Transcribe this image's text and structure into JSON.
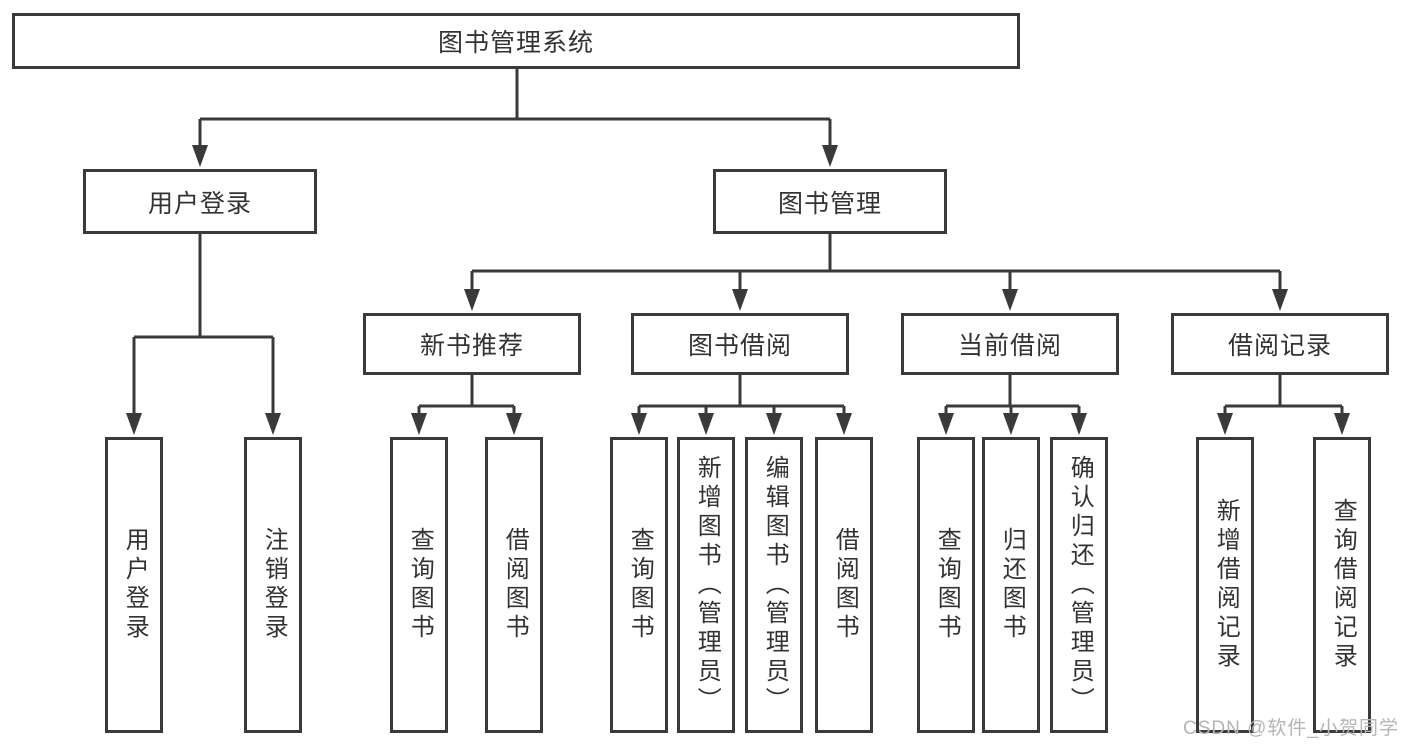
{
  "diagram": {
    "root": {
      "label": "图书管理系统"
    },
    "user_login": {
      "label": "用户登录",
      "children": [
        "用户登录",
        "注销登录"
      ]
    },
    "book_mgmt": {
      "label": "图书管理",
      "children": [
        {
          "label": "新书推荐",
          "children": [
            "查询图书",
            "借阅图书"
          ]
        },
        {
          "label": "图书借阅",
          "children": [
            "查询图书",
            "新增图书（管理员）",
            "编辑图书（管理员）",
            "借阅图书"
          ]
        },
        {
          "label": "当前借阅",
          "children": [
            "查询图书",
            "归还图书",
            "确认归还（管理员）"
          ]
        },
        {
          "label": "借阅记录",
          "children": [
            "新增借阅记录",
            "查询借阅记录"
          ]
        }
      ]
    }
  },
  "watermark": {
    "text": "CSDN @软件_小贺同学"
  },
  "colors": {
    "line": "#3a3a3a",
    "text": "#333333",
    "watermark": "#b5b5b5",
    "background": "#ffffff"
  }
}
